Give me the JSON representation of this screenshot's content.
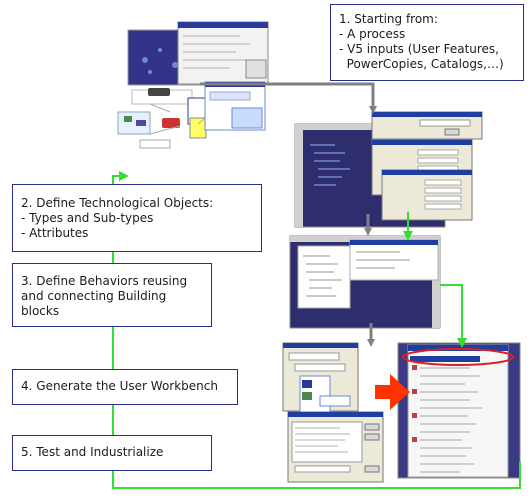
{
  "steps": {
    "s1": {
      "line1": "1. Starting from:",
      "line2": "- A process",
      "line3": "- V5 inputs (User Features,",
      "line4": "  PowerCopies, Catalogs,…)"
    },
    "s2": {
      "line1": "2. Define Technological Objects:",
      "line2": "- Types and Sub-types",
      "line3": "- Attributes"
    },
    "s3": {
      "line1": "3. Define Behaviors reusing",
      "line2": "and connecting Building",
      "line3": "blocks"
    },
    "s4": {
      "line1": "4. Generate the User Workbench"
    },
    "s5": {
      "line1": "5. Test and Industrialize"
    }
  },
  "colors": {
    "box_border": "#2a2f8a",
    "green_arrow": "#33dd33",
    "gray_arrow": "#808080",
    "red_arrow": "#ff3300",
    "cad_background": "#2e2e6e",
    "highlight_ellipse": "#e02020"
  }
}
